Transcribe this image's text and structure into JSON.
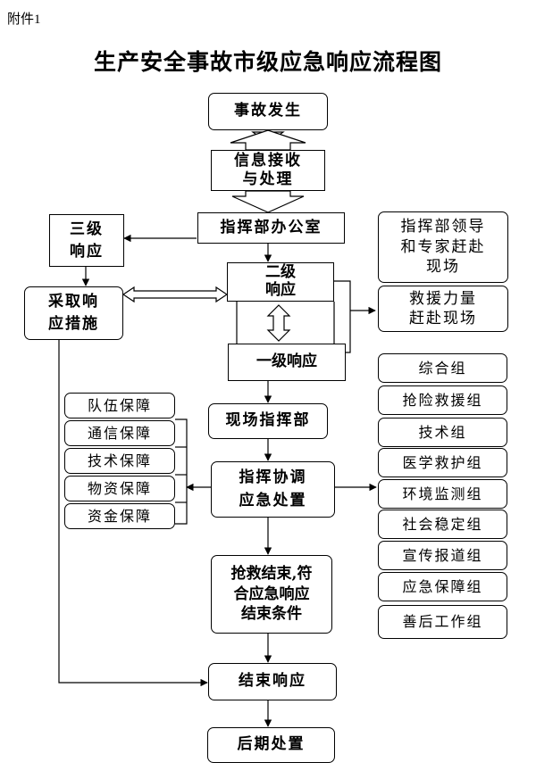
{
  "attachment_label": "附件1",
  "title": "生产安全事故市级应急响应流程图",
  "main_flow": {
    "incident": "事故发生",
    "info_handling": "信息接收\n与处理",
    "command_office": "指挥部办公室",
    "level2": "二级\n响应",
    "level1": "一级响应",
    "field_command": "现场指挥部",
    "coordination": "指挥协调\n应急处置",
    "rescue_end": "抢救结束,符\n合应急响应\n结束条件",
    "end_response": "结束响应",
    "aftermath": "后期处置"
  },
  "left_branch": {
    "level3": "三级\n响应",
    "measures": "采取响\n应措施"
  },
  "right_top": {
    "leaders": "指挥部领导\n和专家赶赴\n现场",
    "rescue_force": "救援力量\n赶赴现场"
  },
  "support_items": [
    "队伍保障",
    "通信保障",
    "技术保障",
    "物资保障",
    "资金保障"
  ],
  "groups": [
    "综合组",
    "抢险救援组",
    "技术组",
    "医学救护组",
    "环境监测组",
    "社会稳定组",
    "宣传报道组",
    "应急保障组",
    "善后工作组"
  ]
}
